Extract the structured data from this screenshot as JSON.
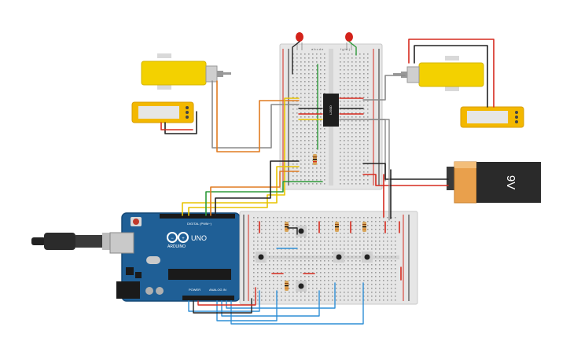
{
  "arduino": {
    "brand_label": "ARDUINO",
    "model_label": "UNO",
    "digital_label": "DIGITAL (PWM~)",
    "power_label": "POWER",
    "analog_label": "ANALOG IN",
    "board_color": "#1f5f96"
  },
  "ic": {
    "label": "L293D"
  },
  "battery": {
    "voltage_label": "9V",
    "body_color": "#e9a04c",
    "cap_color": "#2a2a2a"
  },
  "breadboard_top": {
    "column_labels_left": "a b c d e",
    "column_labels_right": "f g h i j"
  },
  "wire_colors": {
    "red": "#d62a1e",
    "black": "#222222",
    "green": "#2e9a3a",
    "yellow": "#e8c400",
    "orange": "#e07b20",
    "blue": "#2f8fd6",
    "gray": "#8a8a8a"
  },
  "motor_color": "#f3d100"
}
